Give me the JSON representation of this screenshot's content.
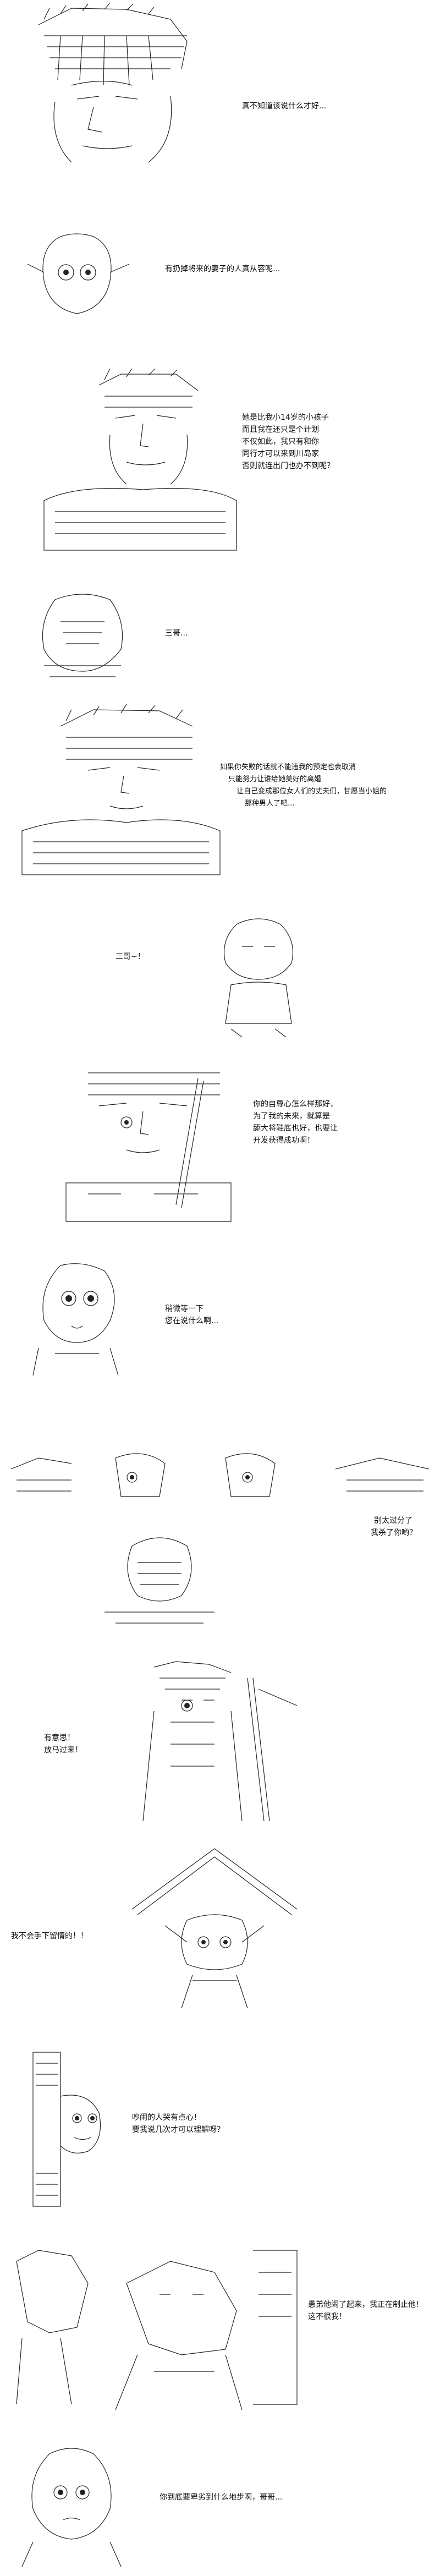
{
  "panels": [
    {
      "lines": [
        "真不知道该说什么才好..."
      ]
    },
    {
      "lines": [
        "有扔掉将来的妻子的人真从容呢..."
      ]
    },
    {
      "lines": [
        "她是比我小14岁的小孩子",
        "而且我在还只是个计划",
        "不仅如此，我只有和你",
        "同行才可以来到川岛家",
        "否则就连出门也办不到呢？"
      ]
    },
    {
      "lines": [
        "三哥..."
      ]
    },
    {
      "lines": [
        "如果你失败的话就不能违我的预定也会取消",
        "只能努力让谁给她美好的离婚",
        "让自己变成那位女人们的丈夫们，甘愿当小姐的",
        "那种男人了吧..."
      ]
    },
    {
      "lines": [
        "三哥~！"
      ]
    },
    {
      "lines": [
        "你的自尊心怎么样那好，",
        "为了我的未来，就算是",
        "舔大将鞋底也好，也要让",
        "开发获得成功啊！"
      ]
    },
    {
      "lines": [
        "稍微等一下",
        "您在说什么啊..."
      ]
    },
    {
      "lines": [
        "别太过分了",
        "我杀了你哟？"
      ]
    },
    {
      "lines": [
        "有意思！",
        "放马过来！"
      ]
    },
    {
      "lines": [
        "我不会手下留情的！！"
      ]
    },
    {
      "lines": [
        "吵闹的人哭有点心！",
        "要我说几次才可以理解呀？"
      ]
    },
    {
      "lines": [
        "愚弟他闹了起来，我正在制止他！",
        "这不很我！"
      ]
    },
    {
      "lines": [
        "你到底要卑劣到什么地步啊，哥哥..."
      ]
    }
  ]
}
